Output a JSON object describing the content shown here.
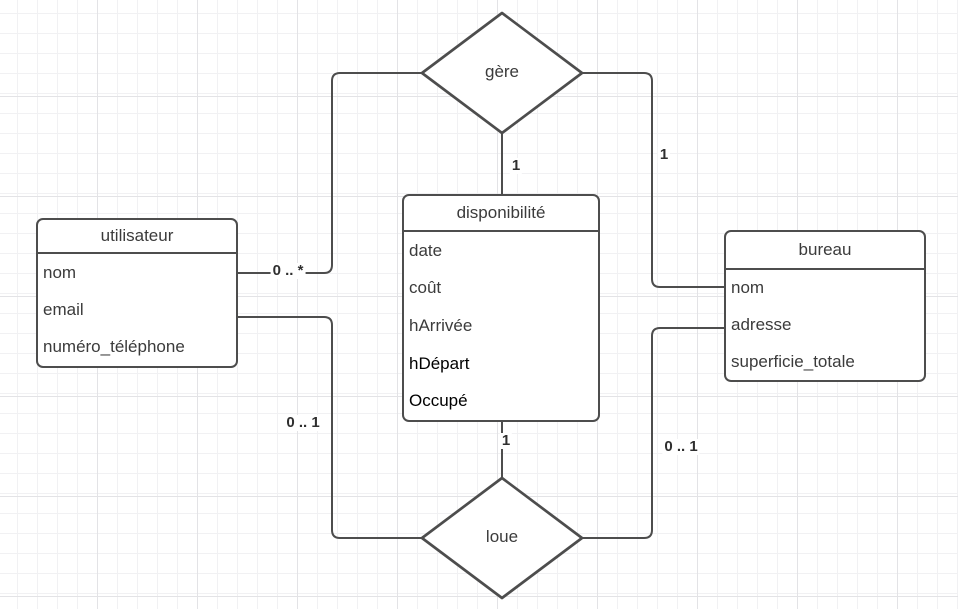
{
  "entities": {
    "utilisateur": {
      "title": "utilisateur",
      "attributes": [
        "nom",
        "email",
        "numéro_téléphone"
      ]
    },
    "disponibilite": {
      "title": "disponibilité",
      "attributes": [
        "date",
        "coût",
        "hArrivée",
        "hDépart",
        "Occupé"
      ],
      "emphasized_attributes": [
        "hDépart",
        "Occupé"
      ]
    },
    "bureau": {
      "title": "bureau",
      "attributes": [
        "nom",
        "adresse",
        "superficie_totale"
      ]
    }
  },
  "relationships": {
    "gere": {
      "label": "gère",
      "type": "diamond"
    },
    "loue": {
      "label": "loue",
      "type": "diamond"
    }
  },
  "cardinalities": {
    "utilisateur_gere": "0 .. *",
    "gere_disponibilite": "1",
    "gere_bureau": "1",
    "utilisateur_loue": "0 .. 1",
    "disponibilite_loue": "1",
    "loue_bureau": "0 .. 1"
  },
  "colors": {
    "shape_stroke": "#4d4d4d",
    "shape_fill": "#ffffff",
    "text": "#3b3b3b",
    "text_emphasis": "#000000",
    "cardinality_text": "#2f2f2f",
    "grid_minor": "#f1f1f3",
    "grid_major": "#e3e3e6",
    "canvas_background": "#ffffff"
  }
}
